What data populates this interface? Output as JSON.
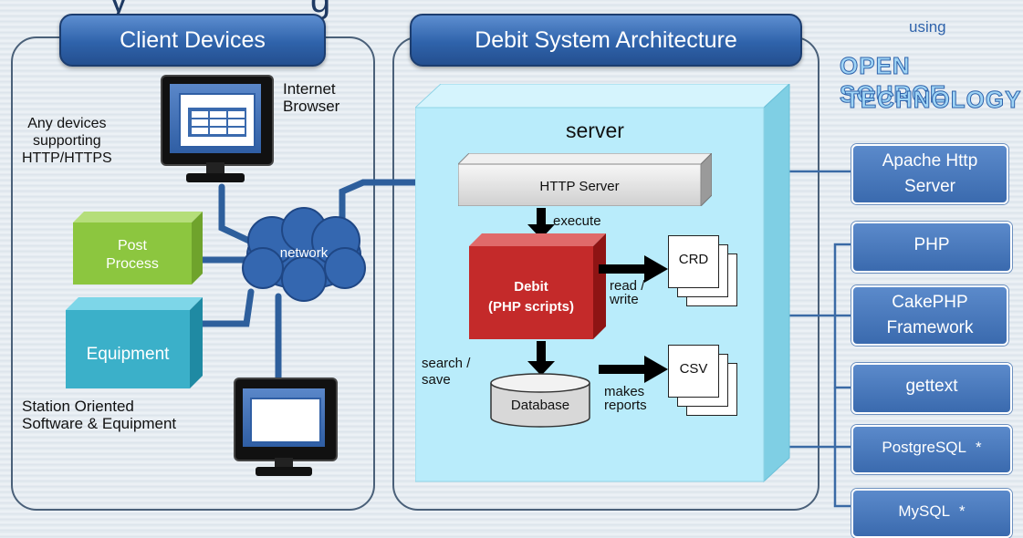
{
  "title_fragment": "y                  g",
  "panels": {
    "client_header": "Client Devices",
    "system_header": "Debit System Architecture"
  },
  "tech_header": {
    "using": "using",
    "line1": "OPEN SOURCE",
    "line2": "TECHNOLOGY"
  },
  "client": {
    "browser_label": "Internet\nBrowser",
    "devices_label": "Any devices\nsupporting\nHTTP/HTTPS",
    "post_process": "Post\nProcess",
    "network": "network",
    "equipment": "Equipment",
    "station_label": "Station Oriented\nSoftware & Equipment"
  },
  "server": {
    "title": "server",
    "http_server": "HTTP Server",
    "execute": "execute",
    "debit_title": "Debit",
    "debit_sub": "(PHP scripts)",
    "read_write": "read /\nwrite",
    "crd": "CRD",
    "search_save": "search /\nsave",
    "database": "Database",
    "makes_reports": "makes\nreports",
    "csv": "CSV"
  },
  "tech_stack": [
    {
      "label": "Apache Http\nServer",
      "star": ""
    },
    {
      "label": "PHP",
      "star": ""
    },
    {
      "label": "CakePHP\nFramework",
      "star": ""
    },
    {
      "label": "gettext",
      "star": ""
    },
    {
      "label": "PostgreSQL",
      "star": "*"
    },
    {
      "label": "MySQL",
      "star": "*"
    }
  ],
  "colors": {
    "header_blue": "#2f63ab",
    "server_cyan": "#b9ecfb",
    "debit_red": "#c42a2a",
    "post_green": "#8cc63f",
    "equipment_teal": "#3bb0c9"
  }
}
